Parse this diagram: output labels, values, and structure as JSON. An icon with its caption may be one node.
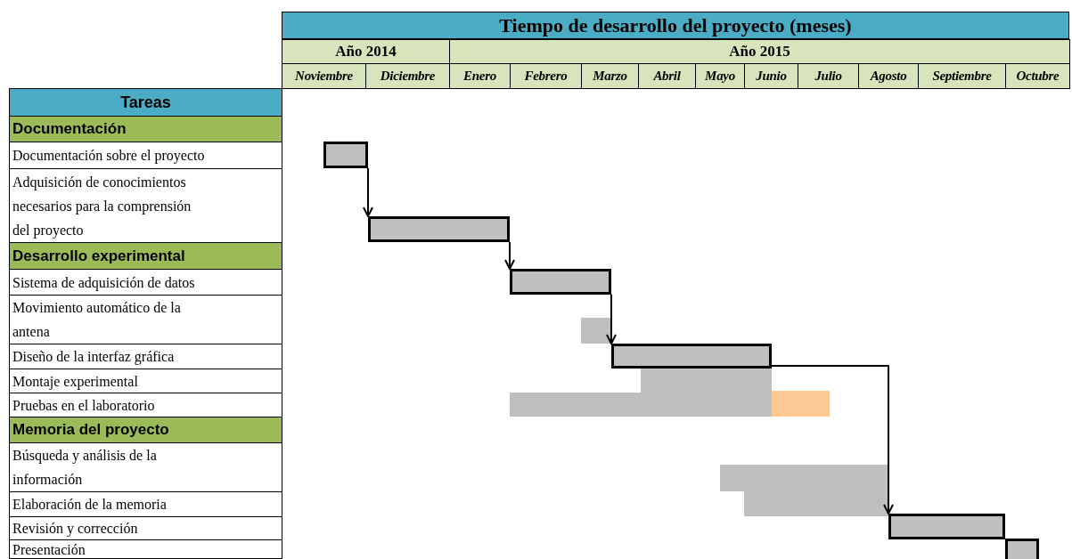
{
  "diagram": {
    "title": "Tiempo de desarrollo del proyecto (meses)",
    "nodes": [
      {
        "text": [],
        "shape": "bar"
      },
      {
        "text": [],
        "shape": "bar"
      },
      {
        "text": [],
        "shape": "bar"
      },
      {
        "text": [],
        "shape": "bar"
      },
      {
        "text": [],
        "shape": "bar"
      },
      {
        "text": [],
        "shape": "bar"
      },
      {
        "text": [],
        "shape": "bar"
      },
      {
        "text": [],
        "shape": "bar"
      },
      {
        "text": [],
        "shape": "bar"
      },
      {
        "text": [],
        "shape": "bar"
      },
      {
        "text": [],
        "shape": "bar"
      },
      {
        "text": [],
        "shape": "bar"
      }
    ],
    "edges": [
      {
        "from": 0,
        "to": 1,
        "arrow": "to"
      },
      {
        "from": 1,
        "to": 2,
        "arrow": "to"
      },
      {
        "from": 2,
        "to": 4,
        "arrow": "to"
      },
      {
        "from": 4,
        "to": 10,
        "arrow": "to"
      }
    ],
    "labels": [
      "Año 2014",
      "Año 2015",
      "Noviembre",
      "Diciembre",
      "Enero",
      "Febrero",
      "Marzo",
      "Abril",
      "Mayo",
      "Junio",
      "Julio",
      "Agosto",
      "Septiembre",
      "Octubre",
      "Tareas",
      "Documentación",
      "Documentación sobre el proyecto",
      "Adquisición de conocimientos necesarios para la comprensión del proyecto",
      "Desarrollo experimental",
      "Sistema de adquisición de datos",
      "Movimiento automático de la antena",
      "Diseño de la interfaz gráfica",
      "Montaje experimental",
      "Pruebas en el laboratorio",
      "Memoria del proyecto",
      "Búsqueda y análisis de la información",
      "Elaboración de la memoria",
      "Revisión y corrección",
      "Presentación"
    ]
  }
}
